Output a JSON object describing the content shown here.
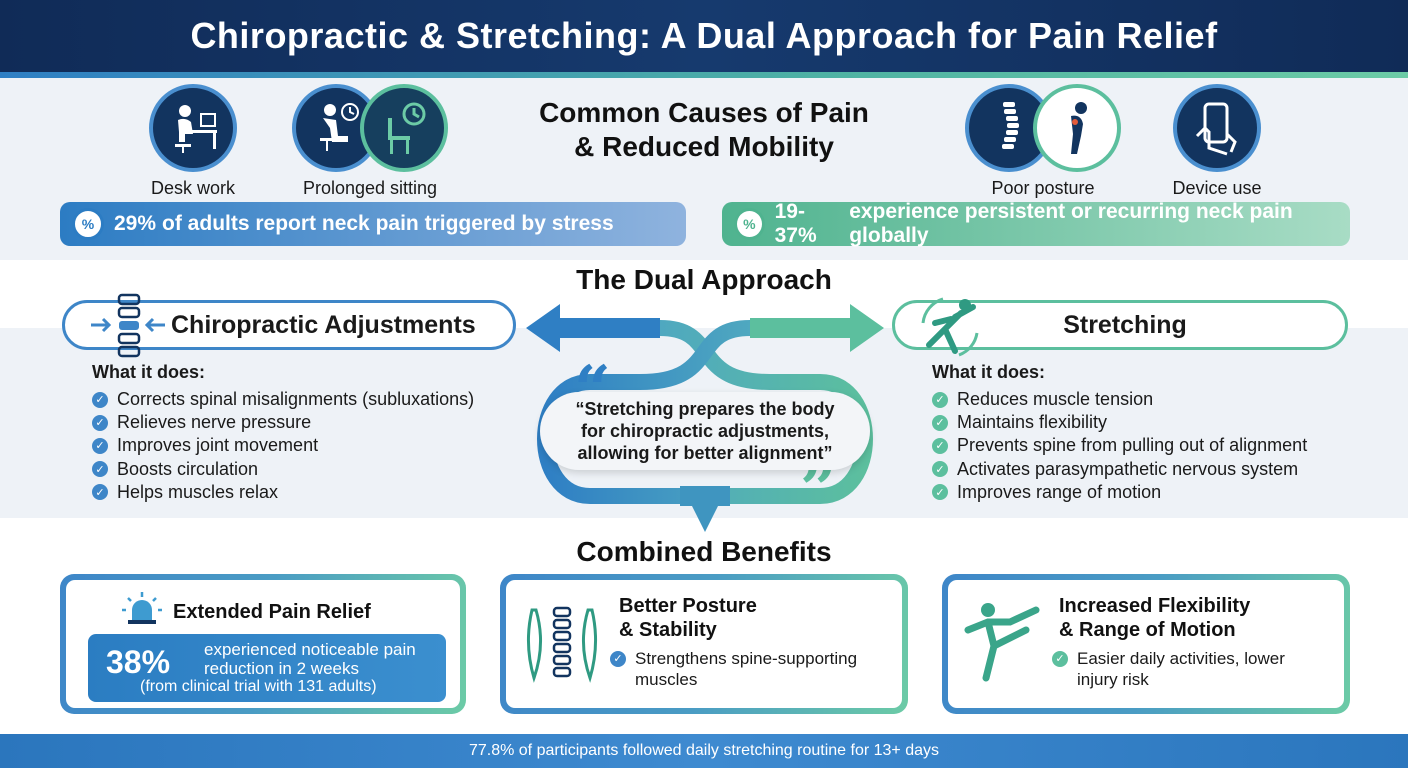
{
  "title": "Chiropractic & Stretching: A Dual Approach for Pain Relief",
  "causes": {
    "title_line1": "Common Causes of Pain",
    "title_line2": "& Reduced Mobility",
    "items": [
      {
        "label": "Desk work",
        "icon": "desk-work-icon"
      },
      {
        "label": "Prolonged sitting",
        "icon": "prolonged-sitting-icon"
      },
      {
        "label": "Poor posture",
        "icon": "poor-posture-icon"
      },
      {
        "label": "Device use",
        "icon": "device-use-icon"
      }
    ]
  },
  "stats": [
    {
      "badge": "%",
      "value": "29%",
      "text": "of adults report neck pain triggered by stress"
    },
    {
      "badge": "%",
      "value": "19-37%",
      "text": "experience persistent or recurring neck pain globally"
    }
  ],
  "dual": {
    "title": "The Dual Approach",
    "chiro": {
      "title": "Chiropractic Adjustments",
      "head": "What it does:",
      "items": [
        "Corrects spinal misalignments (subluxations)",
        "Relieves nerve pressure",
        "Improves joint movement",
        "Boosts circulation",
        "Helps muscles relax"
      ]
    },
    "stretch": {
      "title": "Stretching",
      "head": "What it does:",
      "items": [
        "Reduces muscle tension",
        "Maintains flexibility",
        "Prevents spine from pulling out of alignment",
        "Activates parasympathetic nervous system",
        "Improves range of motion"
      ]
    },
    "quote_line1": "“Stretching prepares the body",
    "quote_line2": "for chiropractic adjustments,",
    "quote_line3": "allowing for better alignment”"
  },
  "benefits": {
    "title": "Combined Benefits",
    "pain": {
      "title": "Extended Pain Relief",
      "pct": "38%",
      "text_line1": "experienced noticeable pain",
      "text_line2": "reduction in 2 weeks",
      "sub": "(from clinical trial with 131 adults)"
    },
    "posture": {
      "title_line1": "Better Posture",
      "title_line2": "& Stability",
      "item_line1": "Strengthens spine-supporting",
      "item_line2": "muscles"
    },
    "flex": {
      "title_line1": "Increased Flexibility",
      "title_line2": "& Range of Motion",
      "item_line1": "Easier daily activities, lower",
      "item_line2": "injury risk"
    }
  },
  "footer": "77.8% of participants followed daily stretching routine for 13+ days",
  "colors": {
    "navy": "#12345f",
    "blue": "#3e86c8",
    "green": "#5cbf9e"
  }
}
